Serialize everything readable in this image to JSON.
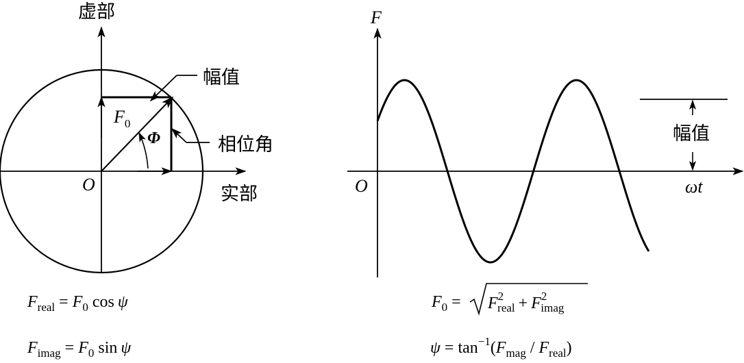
{
  "left_diagram": {
    "imag_axis_label": "虚部",
    "real_axis_label": "实部",
    "origin_label": "O",
    "vector_label": "F",
    "vector_subscript": "0",
    "amplitude_label": "幅值",
    "phase_angle_label": "相位角",
    "angle_symbol": "Φ"
  },
  "right_diagram": {
    "y_axis_label": "F",
    "origin_label": "O",
    "x_axis_label": "ωt",
    "amplitude_label": "幅值"
  },
  "equations": {
    "eq1": {
      "lhs": "F",
      "lhs_sub": "real",
      "eq": "=",
      "f": "F",
      "f_sub": "0",
      "fn": "cos",
      "arg": "ψ"
    },
    "eq2": {
      "lhs": "F",
      "lhs_sub": "imag",
      "eq": "=",
      "f": "F",
      "f_sub": "0",
      "fn": "sin",
      "arg": "ψ"
    },
    "eq3": {
      "lhs": "F",
      "lhs_sub": "0",
      "eq": "=",
      "t1": "F",
      "t1_sup": "2",
      "t1_sub": "real",
      "plus": "+",
      "t2": "F",
      "t2_sup": "2",
      "t2_sub": "imag"
    },
    "eq4": {
      "lhs": "ψ",
      "eq": "=",
      "fn": "tan",
      "sup": "−1",
      "open": "(",
      "a": "F",
      "a_sub": "mag",
      "slash": "/",
      "b": "F",
      "b_sub": "real",
      "close": ")"
    }
  }
}
